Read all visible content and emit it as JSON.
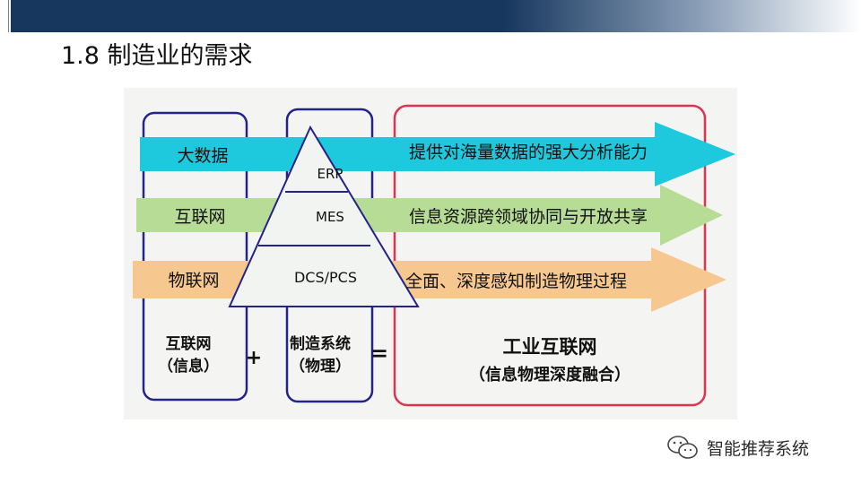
{
  "slide": {
    "title": "1.8 制造业的需求"
  },
  "diagram": {
    "arrows": [
      {
        "left": "大数据",
        "right": "提供对海量数据的强大分析能力",
        "color": "#1ec8dd"
      },
      {
        "left": "互联网",
        "right": "信息资源跨领域协同与开放共享",
        "color": "#b7dc96"
      },
      {
        "left": "物联网",
        "right": "全面、深度感知制造物理过程",
        "color": "#f6c88f"
      }
    ],
    "pyramid": [
      "ERP",
      "MES",
      "DCS/PCS"
    ],
    "formula": {
      "box1": [
        "互联网",
        "（信息）"
      ],
      "plus": "+",
      "box2": [
        "制造系统",
        "（物理）"
      ],
      "equals": "=",
      "result": [
        "工业互联网",
        "（信息物理深度融合）"
      ]
    },
    "colors": {
      "box_blue": "#23238a",
      "box_red": "#e0334f"
    }
  },
  "watermark": {
    "text": "智能推荐系统",
    "icon": "wechat-icon"
  }
}
